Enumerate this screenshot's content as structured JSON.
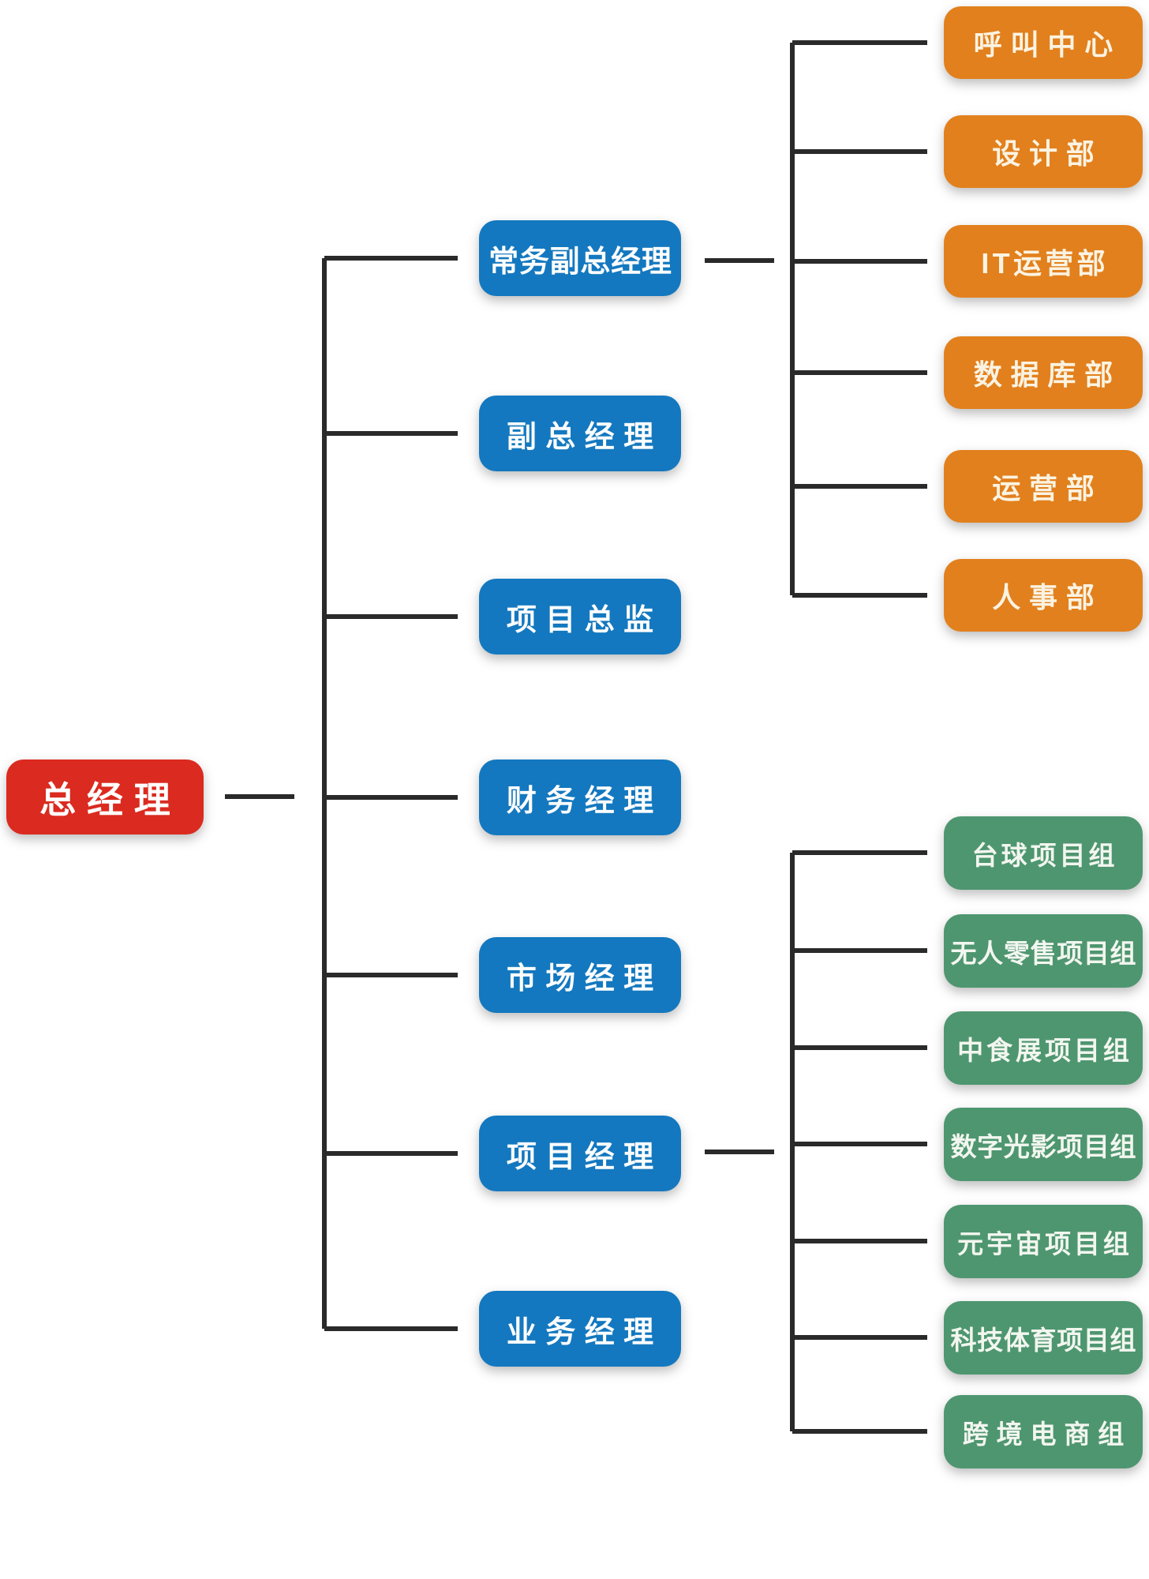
{
  "org_chart": {
    "type": "organization-chart",
    "root": {
      "label": "总经理"
    },
    "managers": [
      {
        "label": "常务副总经理"
      },
      {
        "label": "副总经理"
      },
      {
        "label": "项目总监"
      },
      {
        "label": "财务经理"
      },
      {
        "label": "市场经理"
      },
      {
        "label": "项目经理"
      },
      {
        "label": "业务经理"
      }
    ],
    "departments": [
      {
        "label": "呼叫中心"
      },
      {
        "label": "设计部"
      },
      {
        "label": "IT运营部"
      },
      {
        "label": "数据库部"
      },
      {
        "label": "运营部"
      },
      {
        "label": "人事部"
      }
    ],
    "project_teams": [
      {
        "label": "台球项目组"
      },
      {
        "label": "无人零售项目组"
      },
      {
        "label": "中食展项目组"
      },
      {
        "label": "数字光影项目组"
      },
      {
        "label": "元宇宙项目组"
      },
      {
        "label": "科技体育项目组"
      },
      {
        "label": "跨境电商组"
      }
    ],
    "colors": {
      "root_node": "#db2a1f",
      "manager_node": "#1378bf",
      "department_node": "#e2801d",
      "project_team_node": "#4e9670",
      "connector_line": "#2a2a2a",
      "node_text": "#ffffff",
      "background": "#ffffff"
    }
  }
}
